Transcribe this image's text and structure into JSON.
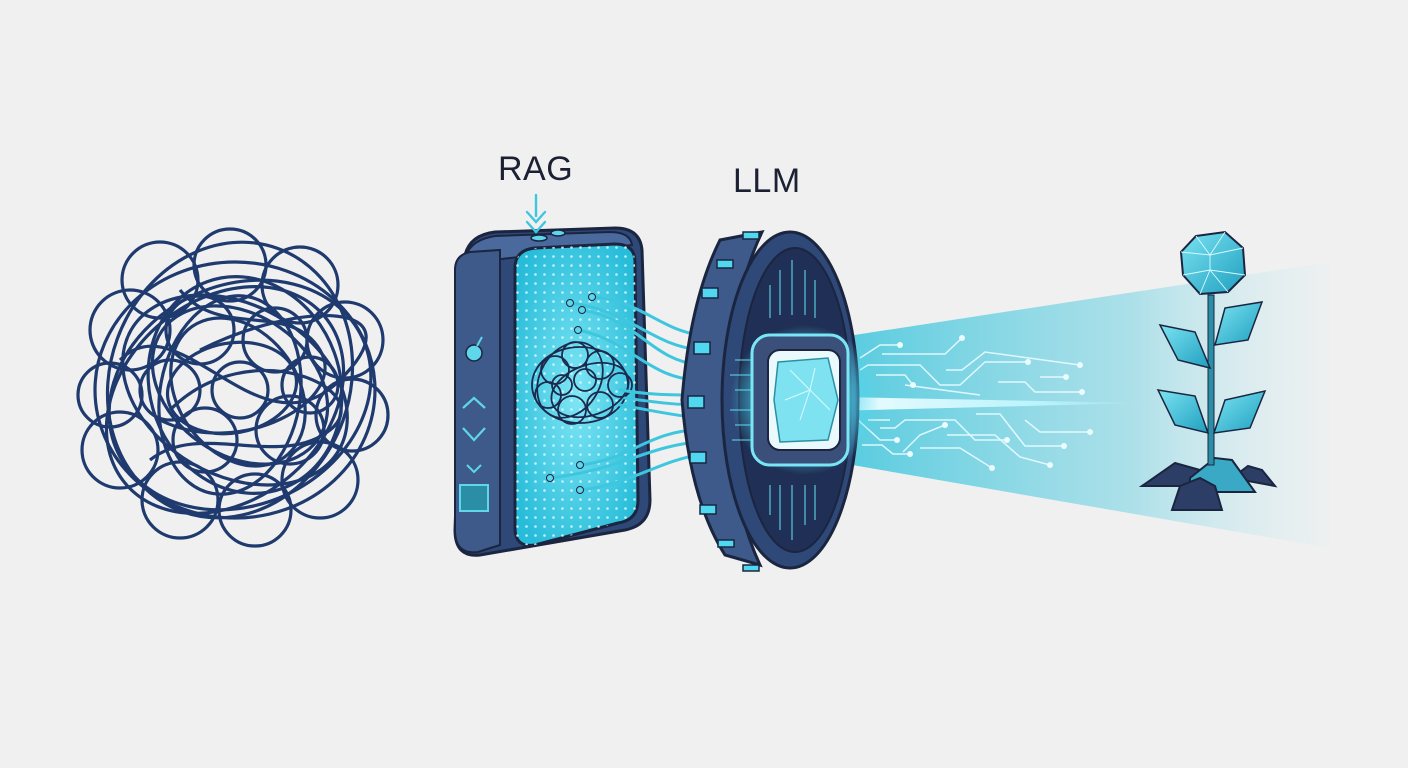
{
  "diagram": {
    "title": "",
    "labels": {
      "rag": "RAG",
      "llm": "LLM"
    },
    "nodes": [
      {
        "id": "tangled-data",
        "label": "",
        "description": "Tangled ball of dark-blue threads (unstructured data)"
      },
      {
        "id": "rag-device",
        "label": "RAG",
        "description": "Rounded-rectangle device with glowing cyan dotted screen, tangled threads pulled into cables"
      },
      {
        "id": "llm-ring",
        "label": "LLM",
        "description": "Gear-like dark ring with glowing cyan chip core and circuit traces"
      },
      {
        "id": "beam",
        "label": "",
        "description": "Cyan light beam with circuit traces projecting right"
      },
      {
        "id": "crystal-plant",
        "label": "",
        "description": "Faceted crystal plant growing from dark rock mounds (insight / output)"
      }
    ],
    "edges": [
      {
        "from": "tangled-data",
        "to": "rag-device"
      },
      {
        "from": "rag-device",
        "to": "llm-ring",
        "style": "cyan cables"
      },
      {
        "from": "llm-ring",
        "to": "crystal-plant",
        "style": "light beam"
      }
    ],
    "colors": {
      "background": "#f0f0f0",
      "navy": "#1e3a6e",
      "dark_navy": "#1b2540",
      "device_body": "#3d5a8a",
      "cyan": "#3fd0e8",
      "cyan_light": "#a8ecf5",
      "text": "#1b2033"
    }
  }
}
